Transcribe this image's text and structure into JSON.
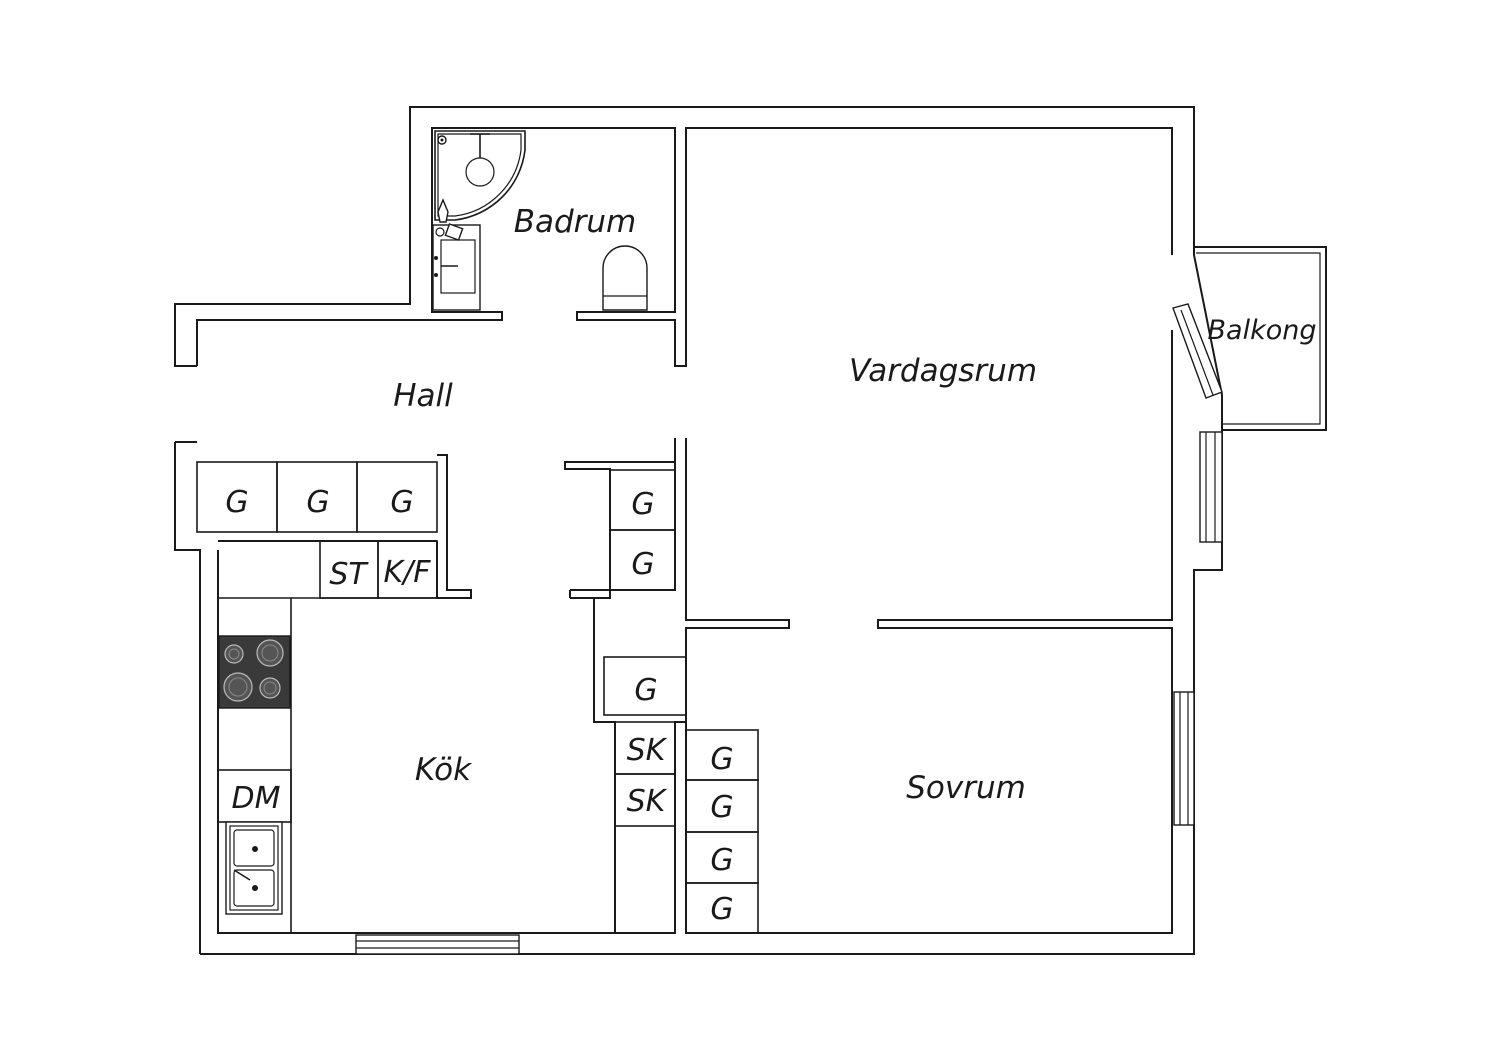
{
  "rooms": {
    "badrum": "Badrum",
    "hall": "Hall",
    "vardagsrum": "Vardagsrum",
    "balkong": "Balkong",
    "kok": "Kök",
    "sovrum": "Sovrum"
  },
  "fixtures": {
    "hall_wardrobe_1": "G",
    "hall_wardrobe_2": "G",
    "hall_wardrobe_3": "G",
    "hall_wardrobe_4": "G",
    "hall_wardrobe_5": "G",
    "corridor_wardrobe": "G",
    "stove_cabinet": "ST",
    "fridge_freezer": "K/F",
    "dishwasher": "DM",
    "kitchen_cupboard_1": "SK",
    "kitchen_cupboard_2": "SK",
    "bedroom_wardrobe_1": "G",
    "bedroom_wardrobe_2": "G",
    "bedroom_wardrobe_3": "G",
    "bedroom_wardrobe_4": "G"
  },
  "colors": {
    "wall": "#1a1a1a",
    "stove": "#3a3a3a",
    "background": "#ffffff"
  }
}
